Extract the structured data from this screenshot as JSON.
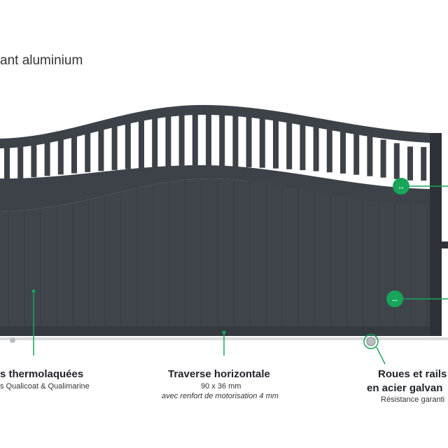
{
  "title": "ant aluminium",
  "labels": {
    "left": {
      "heading": "s thermolaquées",
      "sub": "s Qualicoat & Qualimarine"
    },
    "middle": {
      "heading": "Traverse horizontale",
      "dimensions": "90 x 36 mm",
      "note": "avec renfort de motorisation 4 mm"
    },
    "right": {
      "heading_line1": "Roues et rails",
      "heading_line2": "en acier galvan",
      "sub": "Résistance garanti"
    }
  },
  "markers": {
    "arrow_symbol": "↔"
  },
  "colors": {
    "gate": "#3d4249",
    "gate_dark": "#2e3238",
    "accent": "#17a55a",
    "text": "#1f2329"
  },
  "icons": [
    "gate-illustration",
    "arrow-marker-icon",
    "wheel-icon",
    "callout-dot-icon"
  ]
}
